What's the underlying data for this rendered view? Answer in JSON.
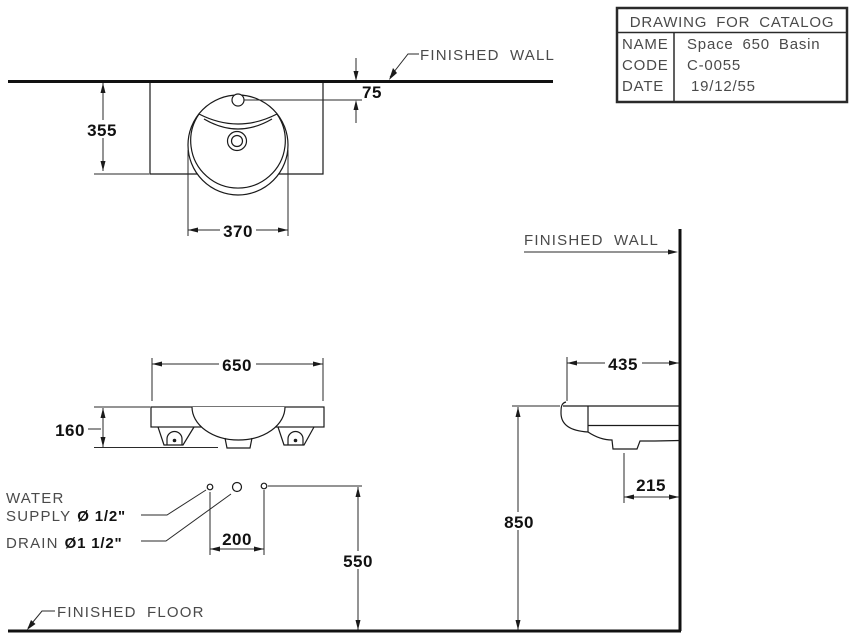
{
  "title_block": {
    "title": "DRAWING FOR CATALOG",
    "rows": [
      {
        "label": "NAME",
        "value": "Space 650 Basin"
      },
      {
        "label": "CODE",
        "value": "C-0055"
      },
      {
        "label": "DATE",
        "value": "19/12/55"
      }
    ]
  },
  "labels": {
    "finished_wall_plan": "FINISHED WALL",
    "finished_wall_side": "FINISHED WALL",
    "finished_floor": "FINISHED FLOOR",
    "water_supply_line1": "WATER",
    "water_supply_line2": "SUPPLY",
    "water_supply_size": "Ø 1/2\"",
    "drain": "DRAIN",
    "drain_size": "Ø1 1/2\""
  },
  "dimensions": {
    "plan_depth": "355",
    "plan_bowl_width": "370",
    "faucet_to_wall": "75",
    "basin_width": "650",
    "basin_front_height": "160",
    "supply_spacing": "200",
    "supply_height": "550",
    "side_depth": "435",
    "drain_to_wall": "215",
    "rim_height": "850"
  },
  "colors": {
    "line": "#1a1a1a",
    "label_text": "#4a4a4a",
    "dim_text": "#111111",
    "background": "#ffffff"
  }
}
